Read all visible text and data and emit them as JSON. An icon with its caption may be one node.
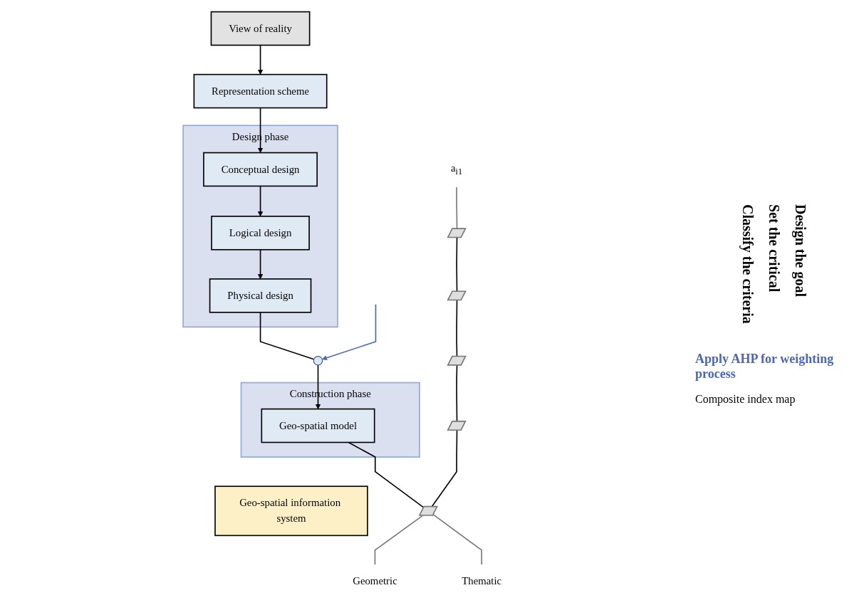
{
  "diagram": {
    "nodes": [
      {
        "text": [
          "View of reality"
        ]
      },
      {
        "text": [
          "Representation scheme"
        ]
      },
      {
        "text": [
          "Design phase"
        ]
      },
      {
        "text": [
          "Conceptual design"
        ],
        "in": 2
      },
      {
        "text": [
          "Logical design"
        ],
        "in": 2
      },
      {
        "text": [
          "Physical design"
        ],
        "in": 2
      },
      {
        "text": [],
        "shape": "circle"
      },
      {
        "text": [
          "Construction phase"
        ]
      },
      {
        "text": [
          "Geo-spatial model"
        ],
        "in": 7
      },
      {
        "text": [
          "Geo-spatial information system"
        ]
      },
      {
        "text": [],
        "shape": "parallelogram"
      },
      {
        "text": [],
        "shape": "parallelogram"
      },
      {
        "text": [],
        "shape": "parallelogram"
      },
      {
        "text": [],
        "shape": "parallelogram"
      },
      {
        "text": [],
        "shape": "parallelogram"
      },
      {
        "text": [
          "a$_{i1}$"
        ]
      },
      {
        "text": [
          "Geometric"
        ]
      },
      {
        "text": [
          "Thematic"
        ]
      }
    ],
    "edges": [
      {
        "from": 0,
        "to": 1,
        "arrow": "to"
      },
      {
        "from": 1,
        "to": 3,
        "arrow": "to"
      },
      {
        "from": 3,
        "to": 4,
        "arrow": "to"
      },
      {
        "from": 4,
        "to": 5,
        "arrow": "to"
      },
      {
        "from": 5,
        "to": 6,
        "arrow": "none"
      },
      {
        "from": null,
        "to": 6,
        "arrow": "to",
        "color": "#4a66c0"
      },
      {
        "from": 6,
        "to": 8,
        "arrow": "to"
      },
      {
        "from": 8,
        "to": 14,
        "arrow": "none"
      },
      {
        "from": 10,
        "to": 11,
        "arrow": "none"
      },
      {
        "from": 11,
        "to": 12,
        "arrow": "none"
      },
      {
        "from": 12,
        "to": 13,
        "arrow": "none"
      },
      {
        "from": 13,
        "to": 14,
        "arrow": "none"
      },
      {
        "from": 15,
        "to": 10,
        "arrow": "none",
        "color": "#777777"
      },
      {
        "from": 14,
        "to": 16,
        "arrow": "none",
        "color": "#777777"
      },
      {
        "from": 14,
        "to": 17,
        "arrow": "none",
        "color": "#777777"
      }
    ],
    "labels": [
      "Classify the criteria",
      "Set the critical",
      "Design the goal",
      "Apply AHP for weighting process",
      "Composite index map"
    ]
  }
}
